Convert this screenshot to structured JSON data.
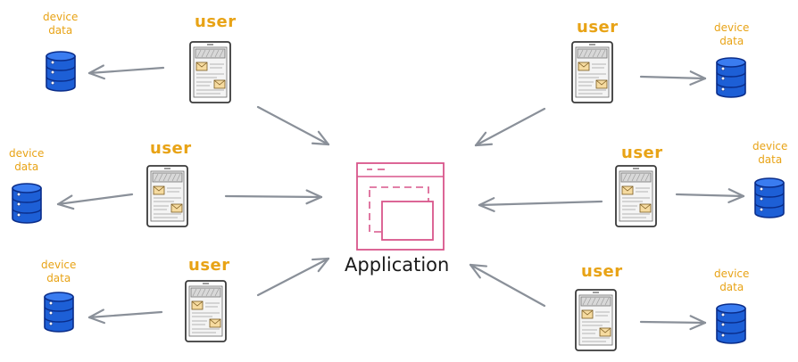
{
  "diagram": {
    "center_label": "Application",
    "user_label": "user",
    "data_label_line1": "device",
    "data_label_line2": "data",
    "colors": {
      "user_text": "#e8a316",
      "data_text": "#e8a316",
      "arrow": "#8a9099",
      "app_window": "#d9568b",
      "database_fill": "#1d5fd6",
      "database_stroke": "#0a2d8a",
      "phone_stroke": "#3a3a3a",
      "app_label_text": "#1a1a1a"
    },
    "nodes": [
      {
        "id": "user-1",
        "side": "left",
        "row": "top"
      },
      {
        "id": "user-2",
        "side": "left",
        "row": "middle"
      },
      {
        "id": "user-3",
        "side": "left",
        "row": "bottom"
      },
      {
        "id": "user-4",
        "side": "right",
        "row": "top"
      },
      {
        "id": "user-5",
        "side": "right",
        "row": "middle"
      },
      {
        "id": "user-6",
        "side": "right",
        "row": "bottom"
      }
    ]
  }
}
